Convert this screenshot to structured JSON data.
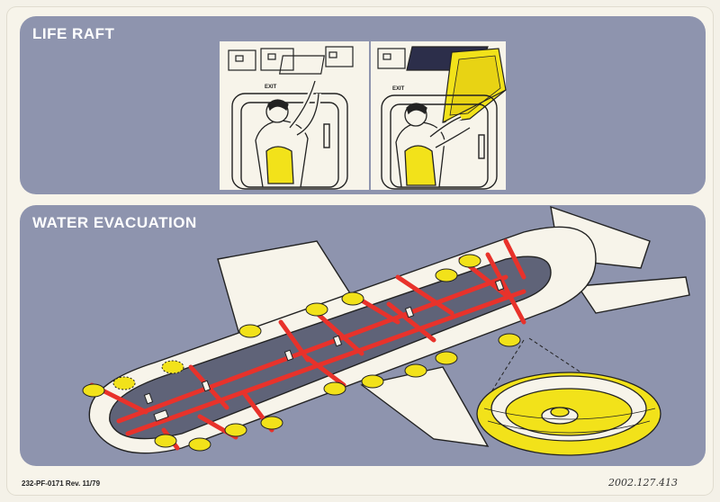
{
  "card": {
    "colors": {
      "panel": "#8e94ae",
      "cream": "#f7f4ea",
      "red": "#e8322b",
      "yellow": "#f2e21a",
      "fuselage_dark": "#5f6378"
    }
  },
  "life_raft": {
    "title": "LIFE RAFT",
    "doors": [
      {
        "label": "EXIT"
      },
      {
        "label": "EXIT"
      }
    ]
  },
  "water_evacuation": {
    "title": "WATER EVACUATION"
  },
  "footer": {
    "form_code": "232-PF-0171 Rev. 11/79",
    "accession": "2002.127.413"
  }
}
